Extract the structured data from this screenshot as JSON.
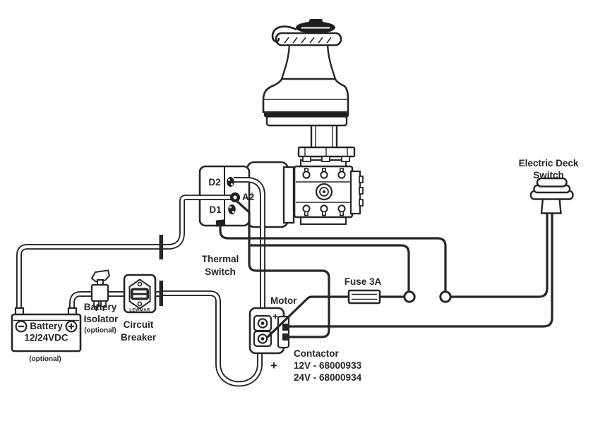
{
  "ink_color": "#262626",
  "motor": {
    "terminal_d2": "D2",
    "terminal_a2": "A2",
    "terminal_d1": "D1",
    "cable_label": "Motor"
  },
  "thermal_switch": {
    "label_line1": "Thermal",
    "label_line2": "Switch"
  },
  "deck_switch": {
    "label_line1": "Electric Deck",
    "label_line2": "Switch"
  },
  "fuse": {
    "label": "Fuse 3A"
  },
  "contactor": {
    "label": "Contactor",
    "part_12v": "12V - 68000933",
    "part_24v": "24V - 68000934",
    "plus_top": "+",
    "plus_bottom": "+"
  },
  "battery": {
    "title": "Battery",
    "voltage": "12/24VDC",
    "optional_note": "(optional)",
    "terminal_icons": {
      "negative": "circle-minus-icon",
      "positive": "circle-plus-icon"
    }
  },
  "isolator": {
    "label_line1": "Battery",
    "label_line2": "Isolator",
    "optional_note": "(optional)"
  },
  "breaker": {
    "label_line1": "Circuit",
    "label_line2": "Breaker",
    "brand": "LEWMAR"
  }
}
